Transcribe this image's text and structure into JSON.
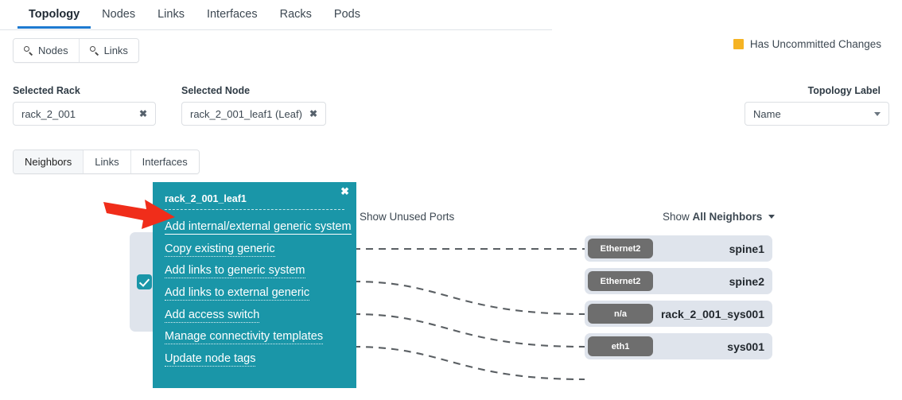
{
  "topbar": {
    "tabs": [
      {
        "label": "Topology",
        "active": true
      },
      {
        "label": "Nodes",
        "active": false
      },
      {
        "label": "Links",
        "active": false
      },
      {
        "label": "Interfaces",
        "active": false
      },
      {
        "label": "Racks",
        "active": false
      },
      {
        "label": "Pods",
        "active": false
      }
    ]
  },
  "search_group": {
    "nodes_label": "Nodes",
    "links_label": "Links"
  },
  "legend": {
    "label": "Has Uncommitted Changes",
    "color": "#f5b323"
  },
  "filters": {
    "selected_rack_label": "Selected Rack",
    "selected_rack_value": "rack_2_001",
    "selected_node_label": "Selected Node",
    "selected_node_value": "rack_2_001_leaf1 (Leaf)",
    "clear_glyph": "✖",
    "topology_label_label": "Topology Label",
    "topology_label_value": "Name"
  },
  "subtabs": [
    {
      "label": "Neighbors",
      "active": true
    },
    {
      "label": "Links",
      "active": false
    },
    {
      "label": "Interfaces",
      "active": false
    }
  ],
  "canvas": {
    "show_unused_ports": "Show Unused Ports",
    "show_neighbors_prefix": "Show ",
    "show_neighbors_value": "All Neighbors",
    "node_box_label": "rack_2_001_leaf1",
    "neighbors": [
      {
        "port": "Ethernet2",
        "name": "spine1"
      },
      {
        "port": "Ethernet2",
        "name": "spine2"
      },
      {
        "port": "n/a",
        "name": "rack_2_001_sys001"
      },
      {
        "port": "eth1",
        "name": "sys001"
      }
    ]
  },
  "context_menu": {
    "title": "rack_2_001_leaf1",
    "close_glyph": "✖",
    "background": "#1a96a8",
    "items": [
      {
        "label": "Add internal/external generic system",
        "hovered": true
      },
      {
        "label": "Copy existing generic",
        "hovered": false
      },
      {
        "label": "Add links to generic system",
        "hovered": false
      },
      {
        "label": "Add links to external generic",
        "hovered": false
      },
      {
        "label": "Add access switch",
        "hovered": false
      },
      {
        "label": "Manage connectivity templates",
        "hovered": false
      },
      {
        "label": "Update node tags",
        "hovered": false
      }
    ]
  },
  "annotation": {
    "arrow_color": "#f02d1a"
  }
}
